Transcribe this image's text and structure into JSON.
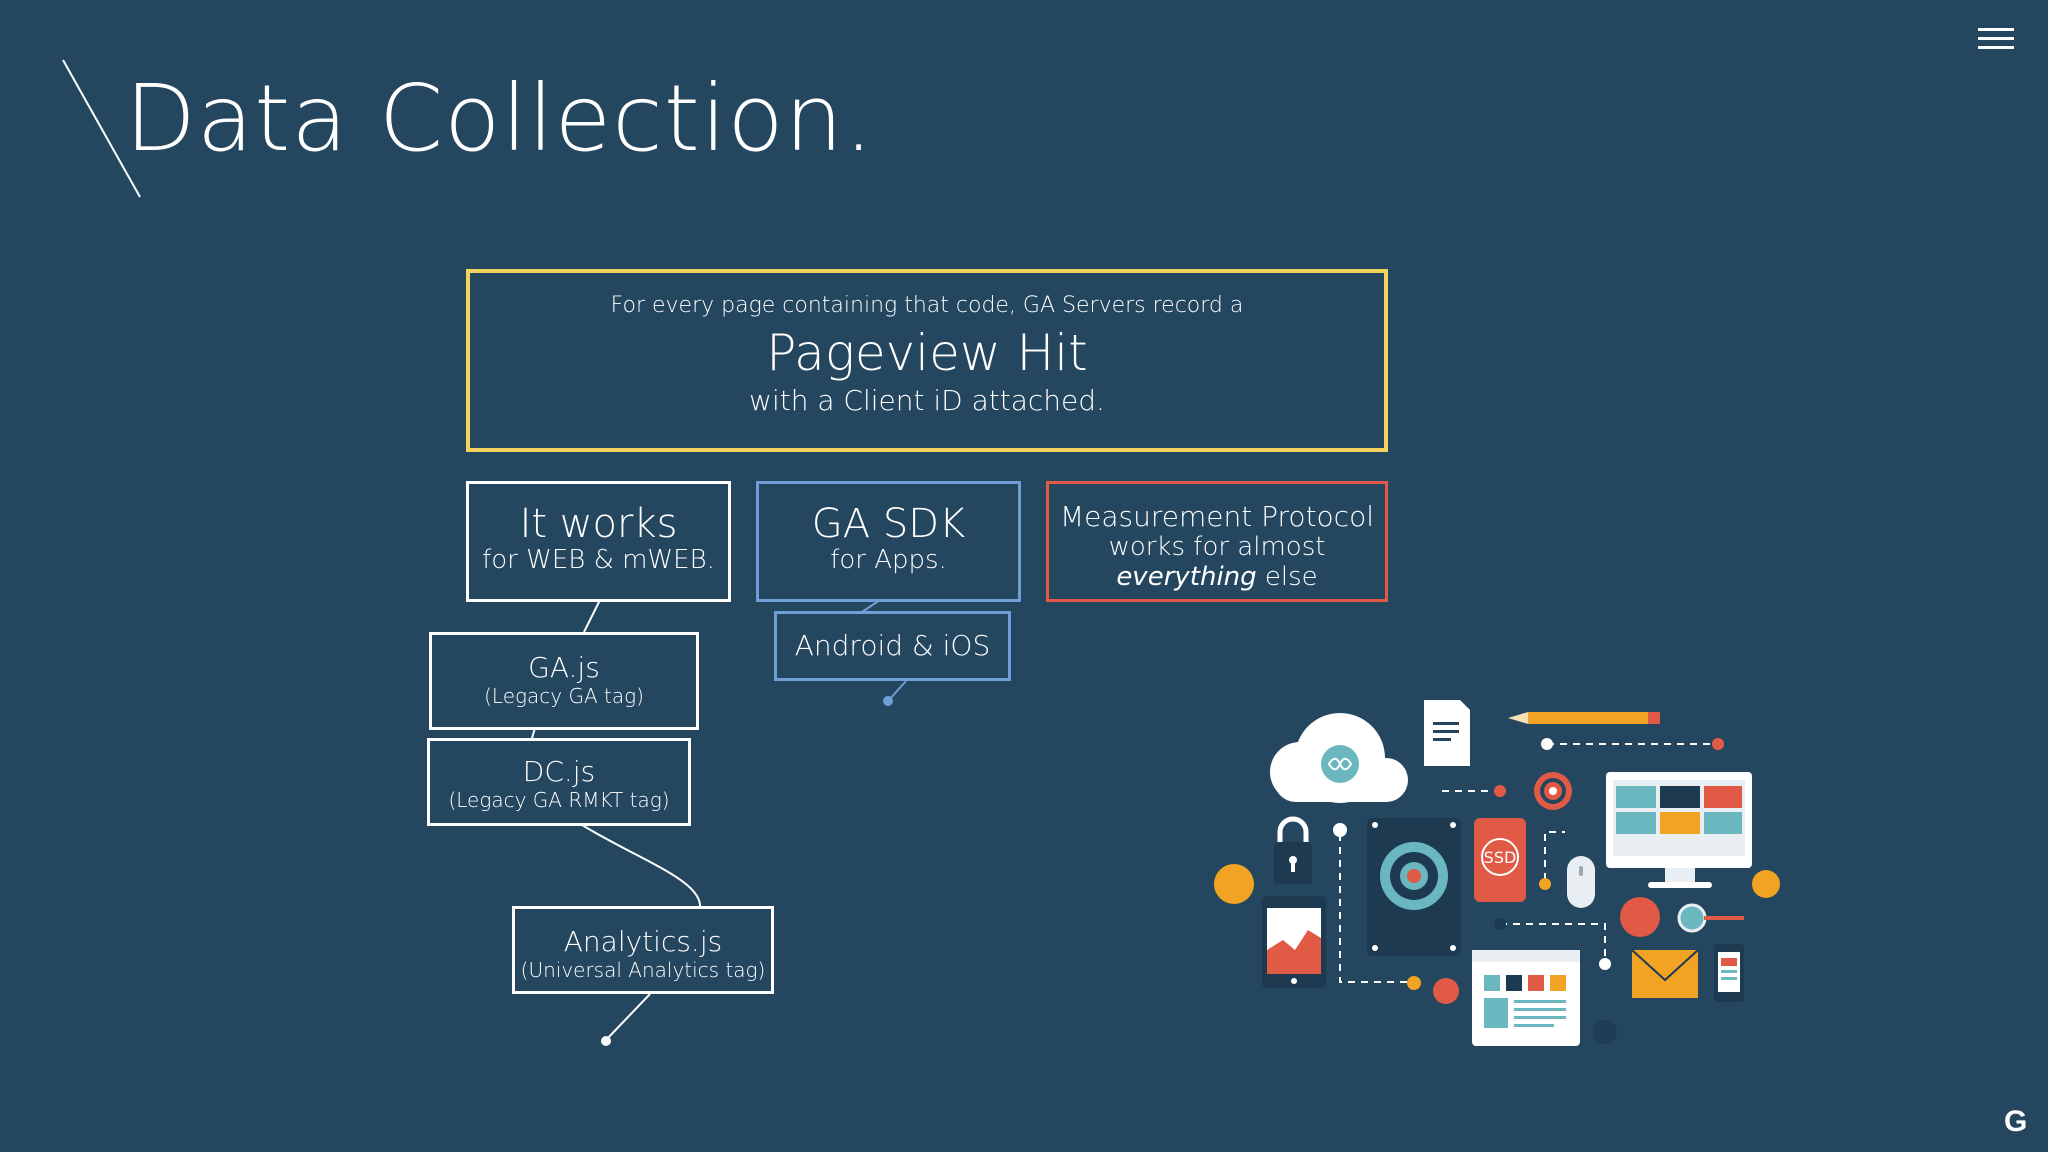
{
  "slide": {
    "title": "Data Collection."
  },
  "main_box": {
    "line1": "For every page containing that code, GA Servers record a",
    "line2": "Pageview Hit",
    "line3": "with a Client iD attached."
  },
  "web_box": {
    "title": "It works",
    "subtitle": "for WEB & mWEB."
  },
  "sdk_box": {
    "title": "GA SDK",
    "subtitle": "for Apps."
  },
  "mp_box": {
    "line1": "Measurement Protocol",
    "line2": "works for almost",
    "line3_em": "everything",
    "line3_rest": " else"
  },
  "android_box": {
    "label": "Android & iOS"
  },
  "gajs_box": {
    "title": "GA.js",
    "subtitle": "(Legacy GA tag)"
  },
  "dcjs_box": {
    "title": "DC.js",
    "subtitle": "(Legacy GA RMKT tag)"
  },
  "analytics_box": {
    "title": "Analytics.js",
    "subtitle": "(Universal Analytics tag)"
  },
  "illustration": {
    "ssd_label": "SSD"
  },
  "logo": {
    "text": "G"
  },
  "colors": {
    "background": "#24465f",
    "main_border": "#f1d25d",
    "sdk_border": "#6f9fd4",
    "mp_border": "#e05a46"
  },
  "icons": [
    "menu-icon",
    "cloud-icon",
    "document-icon",
    "pencil-icon",
    "gear-icon",
    "monitor-icon",
    "lock-icon",
    "hard-drive-icon",
    "ssd-icon",
    "mouse-icon",
    "tablet-chart-icon",
    "browser-window-icon",
    "envelope-icon",
    "magnifier-icon",
    "phone-icon",
    "google-g-icon"
  ]
}
